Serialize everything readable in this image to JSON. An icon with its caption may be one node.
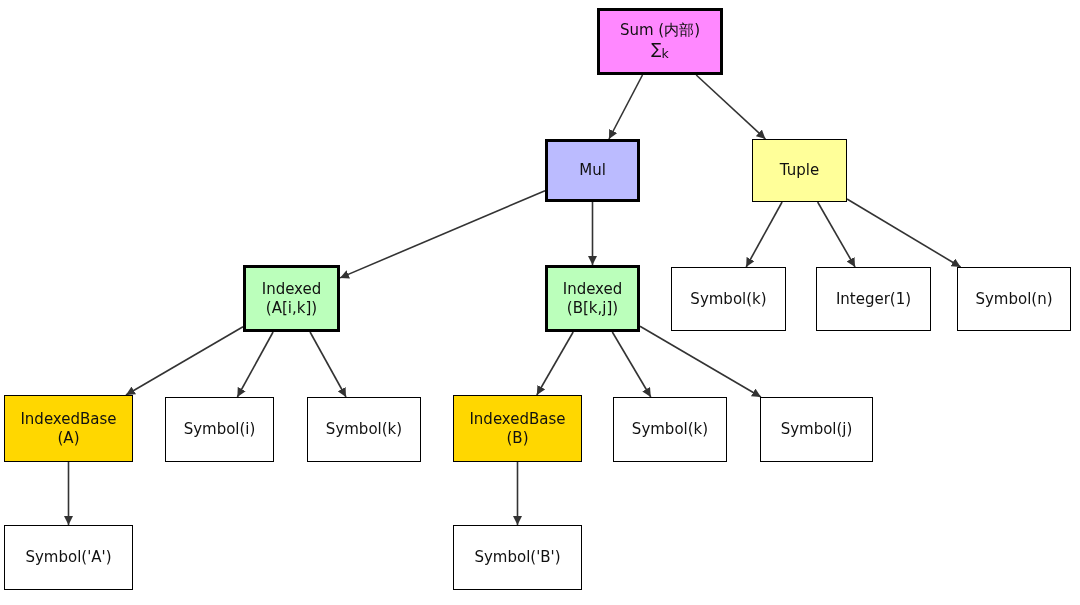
{
  "diagram": {
    "nodes": [
      {
        "text": [
          "Sum (内部)",
          "∑$_{k}$"
        ]
      },
      {
        "text": [
          "Mul"
        ]
      },
      {
        "text": [
          "Tuple"
        ]
      },
      {
        "text": [
          "Indexed",
          "(A[i,k])"
        ]
      },
      {
        "text": [
          "Indexed",
          "(B[k,j])"
        ]
      },
      {
        "text": [
          "Symbol(k)"
        ]
      },
      {
        "text": [
          "Integer(1)"
        ]
      },
      {
        "text": [
          "Symbol(n)"
        ]
      },
      {
        "text": [
          "IndexedBase",
          "(A)"
        ]
      },
      {
        "text": [
          "Symbol(i)"
        ]
      },
      {
        "text": [
          "Symbol(k)"
        ]
      },
      {
        "text": [
          "IndexedBase",
          "(B)"
        ]
      },
      {
        "text": [
          "Symbol(k)"
        ]
      },
      {
        "text": [
          "Symbol(j)"
        ]
      },
      {
        "text": [
          "Symbol('A')"
        ]
      },
      {
        "text": [
          "Symbol('B')"
        ]
      }
    ],
    "edges": [
      {
        "from": 0,
        "to": 1,
        "arrow": "to"
      },
      {
        "from": 0,
        "to": 2,
        "arrow": "to"
      },
      {
        "from": 1,
        "to": 3,
        "arrow": "to"
      },
      {
        "from": 1,
        "to": 4,
        "arrow": "to"
      },
      {
        "from": 2,
        "to": 5,
        "arrow": "to"
      },
      {
        "from": 2,
        "to": 6,
        "arrow": "to"
      },
      {
        "from": 2,
        "to": 7,
        "arrow": "to"
      },
      {
        "from": 3,
        "to": 8,
        "arrow": "to"
      },
      {
        "from": 3,
        "to": 9,
        "arrow": "to"
      },
      {
        "from": 3,
        "to": 10,
        "arrow": "to"
      },
      {
        "from": 4,
        "to": 11,
        "arrow": "to"
      },
      {
        "from": 4,
        "to": 12,
        "arrow": "to"
      },
      {
        "from": 4,
        "to": 13,
        "arrow": "to"
      },
      {
        "from": 8,
        "to": 14,
        "arrow": "to"
      },
      {
        "from": 11,
        "to": 15,
        "arrow": "to"
      }
    ]
  }
}
